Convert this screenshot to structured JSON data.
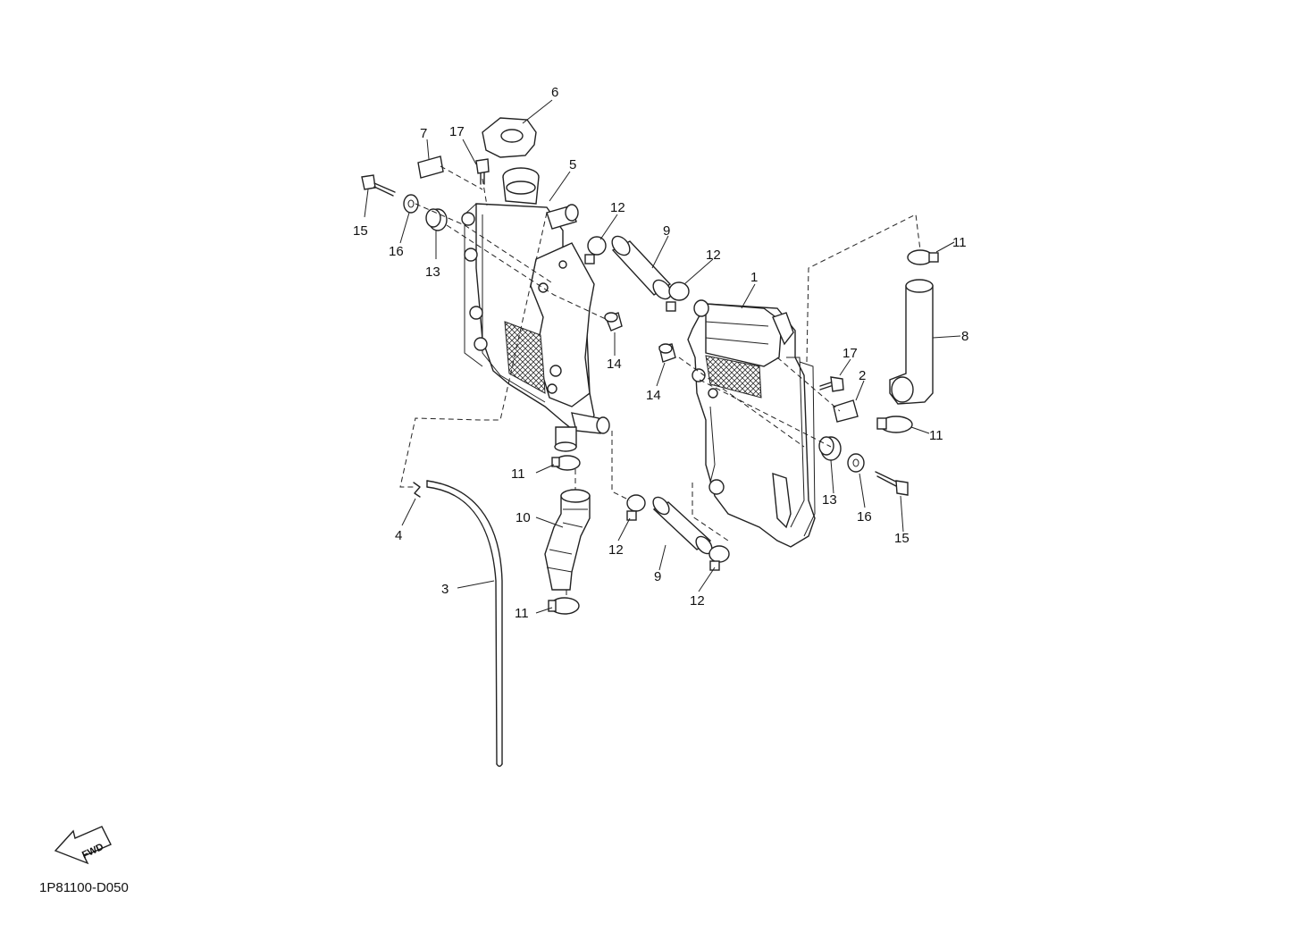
{
  "diagram": {
    "code": "1P81100-D050",
    "fwd_label": "FWD",
    "callouts": [
      "1",
      "2",
      "3",
      "4",
      "5",
      "6",
      "7",
      "8",
      "9",
      "9",
      "10",
      "11",
      "11",
      "11",
      "11",
      "12",
      "12",
      "12",
      "12",
      "13",
      "13",
      "14",
      "14",
      "15",
      "15",
      "16",
      "16",
      "17",
      "17"
    ]
  }
}
